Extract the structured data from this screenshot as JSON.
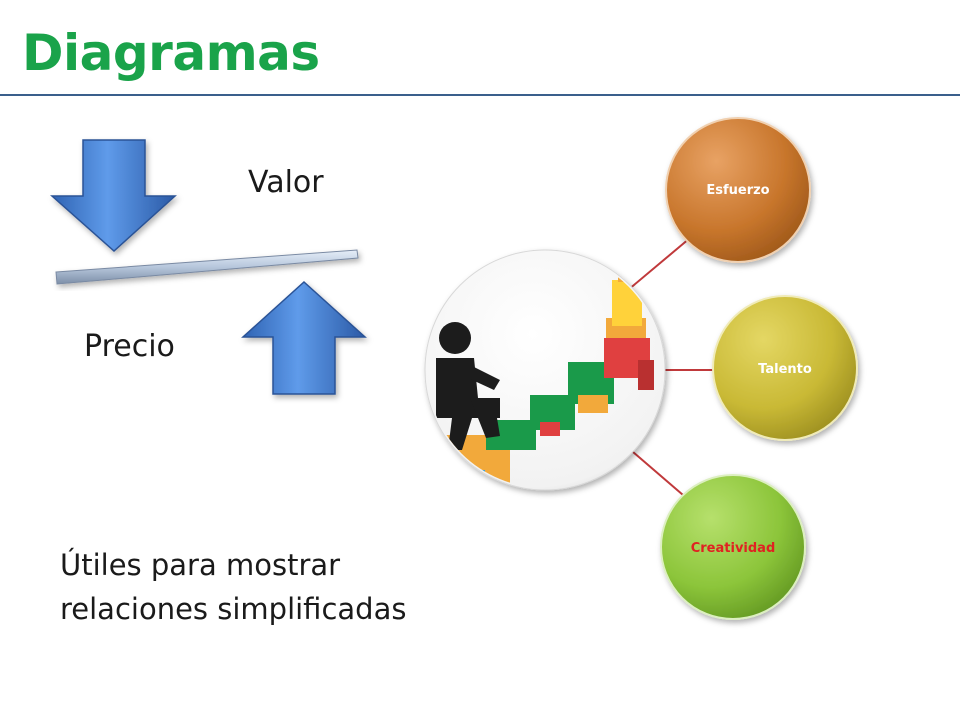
{
  "slide": {
    "title": "Diagramas",
    "caption_lines": [
      "Útiles para mostrar",
      "relaciones simplificadas"
    ]
  },
  "balance": {
    "top_label": "Valor",
    "bottom_label": "Precio",
    "arrow_color": "#3f7fd6"
  },
  "bubbles": [
    {
      "label": "Esfuerzo",
      "fill": "#c8762c",
      "text_color": "#ffffff"
    },
    {
      "label": "Talento",
      "fill": "#c9b935",
      "text_color": "#ffffff"
    },
    {
      "label": "Creatividad",
      "fill": "#8cc53a",
      "text_color": "#e02020"
    }
  ],
  "colors": {
    "title": "#1aa34a",
    "rule": "#3a5f8c",
    "connector": "#c0393b"
  },
  "icons": [
    "stairs-climber-icon",
    "arrow-down-icon",
    "arrow-up-icon"
  ]
}
